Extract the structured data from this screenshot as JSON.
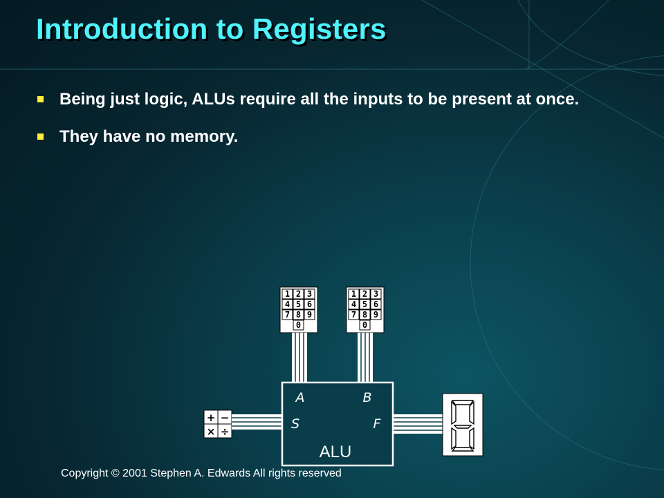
{
  "slide": {
    "title": "Introduction to Registers",
    "bullets": [
      {
        "text": "Being just logic, ALUs require all the inputs to be present at once."
      },
      {
        "text": "They have no memory."
      }
    ],
    "footer": "Copyright © 2001 Stephen A. Edwards  All rights reserved"
  },
  "diagram": {
    "alu_label": "ALU",
    "port_a": "A",
    "port_b": "B",
    "port_s": "S",
    "port_f": "F",
    "keypad_keys": [
      "1",
      "2",
      "3",
      "4",
      "5",
      "6",
      "7",
      "8",
      "9",
      "0"
    ],
    "operator_keys": [
      "+",
      "−",
      "×",
      "÷"
    ],
    "display_digit": "8"
  },
  "colors": {
    "title": "#4ff4ff",
    "bullet_marker": "#ffef3c",
    "text": "#ffffff",
    "background": "#0a3d4a"
  }
}
